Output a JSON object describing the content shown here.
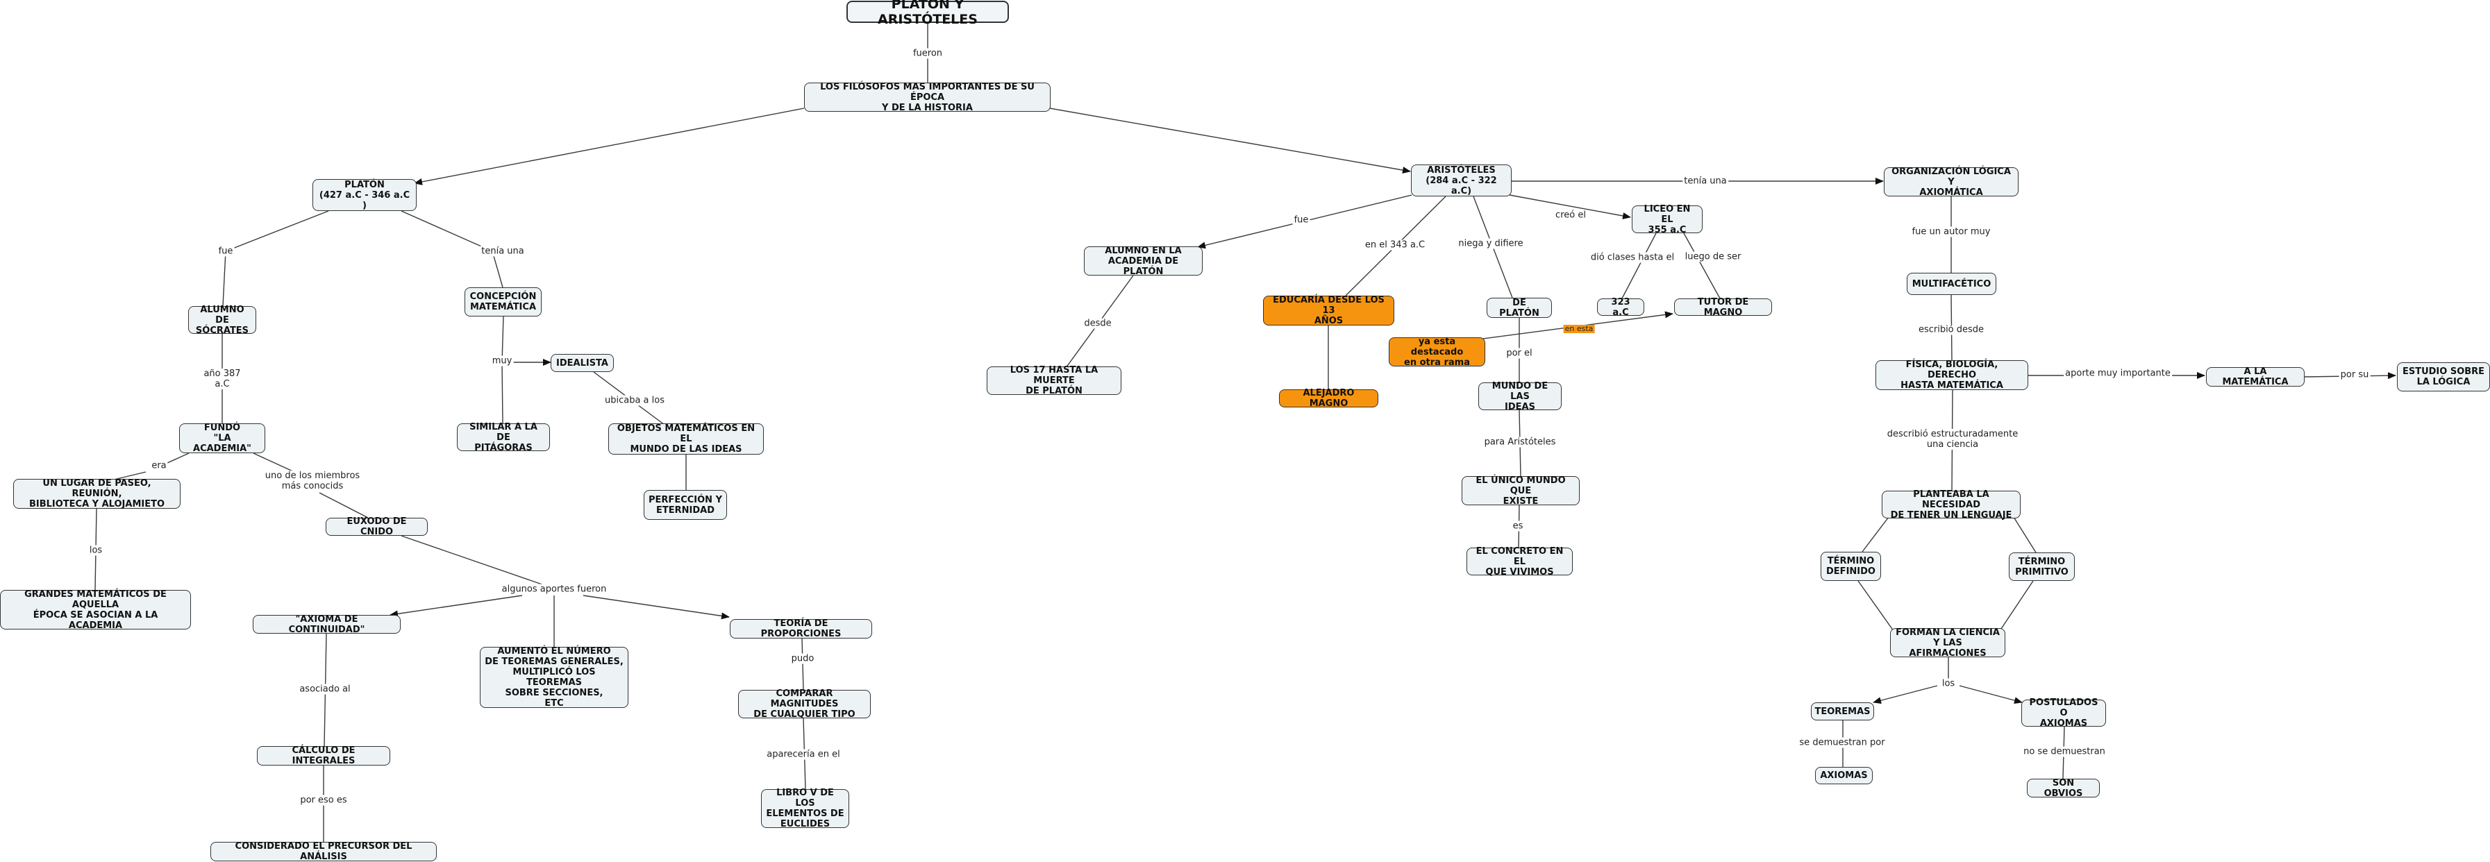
{
  "nodes": {
    "root": "PLATÓN Y ARISTÓTELES",
    "filosofos": "LOS FILÓSOFOS MAS IMPORTANTES DE SU ÉPOCA\nY DE LA HISTORIA",
    "platon": "PLATÓN\n(427 a.C - 346 a.C )",
    "aristoteles": "ARISTÓTELES\n(284 a.C - 322 a.C)",
    "org_logica": "ORGANIZACIÓN LÓGICA Y\nAXIOMÁTICA",
    "alumno_socrates": "ALUMNO DE\nSÓCRATES",
    "concepcion": "CONCEPCIÓN\nMATEMÁTICA",
    "idealista": "IDEALISTA",
    "similar_pitagoras": "SIMILAR A LA DE\nPITÁGORAS",
    "objetos_matematicos": "OBJETOS MATEMÁTICOS EN EL\nMUNDO DE LAS IDEAS",
    "perfeccion": "PERFECCIÓN Y\nETERNIDAD",
    "fundo_academia": "FUNDÓ\n\"LA ACADEMIA\"",
    "lugar_paseo": "UN LUGAR DE PASEO, REUNIÓN,\nBIBLIOTECA Y ALOJAMIETO",
    "grandes_matematicos": "GRANDES MATEMÁTICOS DE AQUELLA\nÉPOCA SE ASOCIAN A LA\nACADEMIA",
    "euxodo": "EUXODO DE CNIDO",
    "axioma_continuidad": "\"AXIOMA DE CONTINUIDAD\"",
    "aumento_teoremas": "AUMENTÓ EL NÚMERO\nDE TEOREMAS GENERALES,\nMULTIPLICÓ LOS TEOREMAS\nSOBRE SECCIONES,\nETC",
    "teoria_proporciones": "TEORÍA DE PROPORCIONES",
    "comparar_magnitudes": "COMPARAR MAGNITUDES\nDE CUALQUIER TIPO",
    "libro_v": "LIBRO V DE LOS\nELEMENTOS DE\nEUCLIDES",
    "calculo_integrales": "CÁLCULO DE INTEGRALES",
    "precursor_analisis": "CONSIDERADO EL PRECURSOR DEL ANÁLISIS",
    "alumno_academia": "ALUMNO EN LA\nACADEMIA DE PLATÓN",
    "desde_17": "LOS 17 HASTA LA MUERTE\nDE PLATÓN",
    "educaria": "EDUCARÍA DESDE LOS 13\nAÑOS",
    "alejandro": "ALEJADRO MAGNO",
    "marker": "n",
    "de_platon": "DE PLATÓN",
    "ya_destacado": "ya esta destacado\nen otra rama",
    "mundo_ideas": "MUNDO DE LAS\nIDEAS",
    "unico_mundo": "EL ÚNICO MUNDO QUE\nEXISTE",
    "concreto": "EL CONCRETO EN EL\nQUE VIVIMOS",
    "liceo": "LICEO EN EL\n355 a.C",
    "año_323": "323 a.C",
    "tutor_magno": "TUTOR DE MAGNO",
    "multifacetico": "MULTIFACÉTICO",
    "fisica_biologia": "FÍSICA, BIOLOGÍA, DERECHO\nHASTA MATEMÁTICA",
    "a_la_matematica": "A LA MATEMÁTICA",
    "estudio_logica": "ESTUDIO SOBRE\nLA LÓGICA",
    "planteaba": "PLANTEABA LA NECESIDAD\nDE TENER UN LENGUAJE",
    "termino_definido": "TÉRMINO\nDEFINIDO",
    "termino_primitivo": "TÉRMINO\nPRIMITIVO",
    "forman_ciencia": "FORMAN LA CIENCIA\nY LAS AFIRMACIONES",
    "teoremas": "TEOREMAS",
    "postulados": "POSTULADOS O\nAXIOMAS",
    "axiomas": "AXIOMAS",
    "son_obvios": "SON OBVIOS"
  },
  "labels": {
    "fueron": "fueron",
    "fue_platon": "fue",
    "tenia_una_platon": "tenía una",
    "muy": "muy",
    "ubicaba": "ubicaba a los",
    "año_387": "año 387\na.C",
    "era": "era",
    "los_academia": "los",
    "uno_miembros": "uno de los miembros\nmás conocids",
    "algunos_aportes": "algunos aportes fueron",
    "asociado": "asociado al",
    "por_eso": "por eso es",
    "pudo": "pudo",
    "apareceria": "aparecería en el",
    "fue_arist": "fue",
    "desde": "desde",
    "en_el_343": "en el 343 a.C",
    "niega": "niega y difiere",
    "creo_el": "creó el",
    "tenia_una_arist": "tenía una",
    "dio_clases": "dió clases hasta el",
    "luego_fue": "luego de ser",
    "en_esta": "en esta",
    "por_el": "por el",
    "para_aristoteles": "para Aristóteles",
    "es": "es",
    "fue_autor": "fue un autor muy",
    "escribio": "escribió desde",
    "aporte": "aporte muy importante",
    "por_su": "por su",
    "describio": "describió estructuradamente\nuna ciencia",
    "los_forman": "los",
    "se_demuestran": "se demuestran por",
    "no_demuestran": "no se demuestran"
  }
}
